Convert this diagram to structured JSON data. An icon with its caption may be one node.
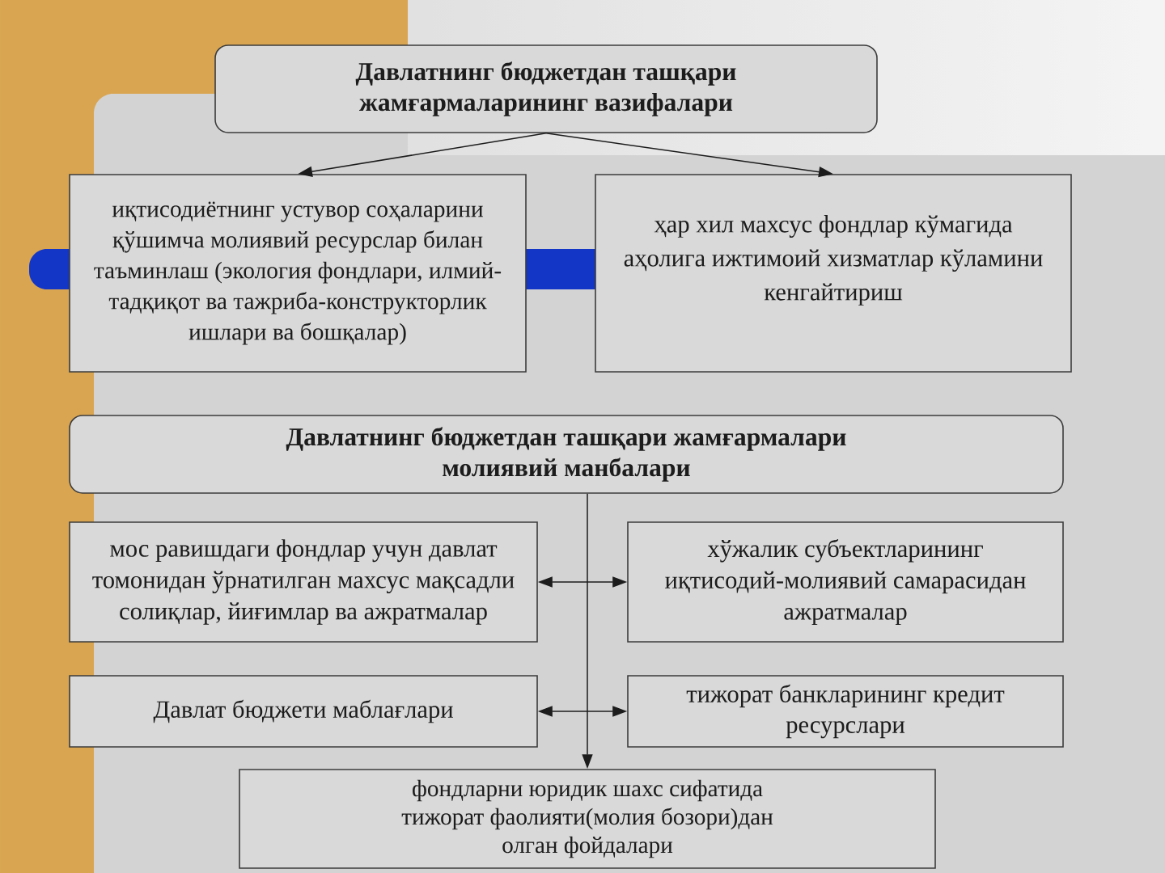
{
  "diagram": {
    "nodes": [
      {
        "text": [
          "Давлатнинг бюджетдан ташқари жамғармаларининг вазифалари"
        ]
      },
      {
        "text": [
          "иқтисодиётнинг устувор соҳаларини қўшимча молиявий ресурслар билан таъминлаш (экология фондлари, илмий-тадқиқот ва тажриба-конструкторлик ишлари ва бошқалар)"
        ]
      },
      {
        "text": [
          "ҳар хил махсус фондлар кўмагида аҳолига ижтимоий хизматлар кўламини кенгайтириш"
        ]
      },
      {
        "text": [
          "Давлатнинг бюджетдан ташқари жамғармалари молиявий манбалари"
        ]
      },
      {
        "text": [
          "мос равишдаги фондлар учун давлат томонидан ўрнатилган махсус мақсадли солиқлар, йиғимлар ва ажратмалар"
        ]
      },
      {
        "text": [
          "хўжалик субъектларининг иқтисодий-молиявий самарасидан ажратмалар"
        ]
      },
      {
        "text": [
          "Давлат бюджети маблағлари"
        ]
      },
      {
        "text": [
          "тижорат банкларининг кредит ресурслари"
        ]
      },
      {
        "text": [
          "фондларни юридик шахс сифатида тижорат фаолияти(молия бозори)дан олган фойдалари"
        ]
      }
    ],
    "edges": [
      {
        "from": 0,
        "to": 1,
        "arrow": "to"
      },
      {
        "from": 0,
        "to": 2,
        "arrow": "to"
      },
      {
        "from": 3,
        "to": 8,
        "arrow": "to"
      },
      {
        "from": 4,
        "to": 5,
        "arrow": "both"
      },
      {
        "from": 6,
        "to": 7,
        "arrow": "both"
      }
    ]
  }
}
